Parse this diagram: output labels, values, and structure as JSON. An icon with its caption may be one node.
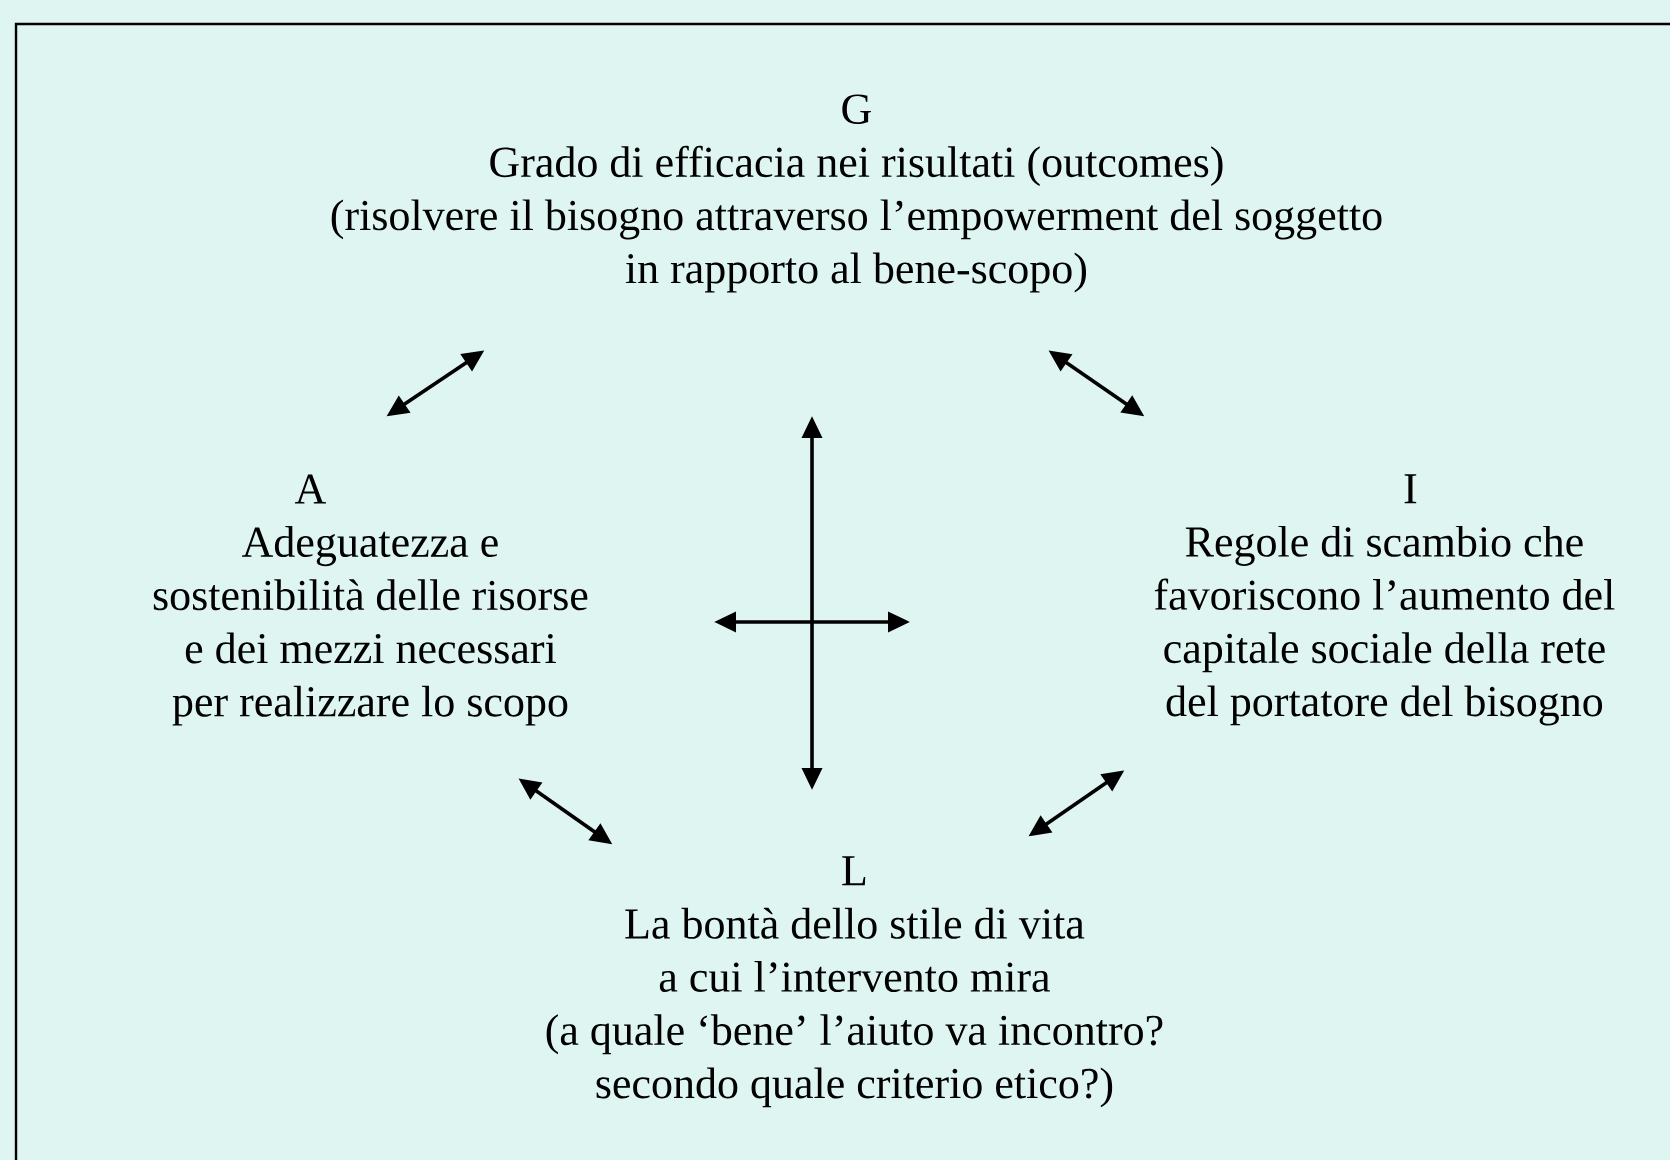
{
  "diagram": {
    "nodes": [
      {
        "text": [
          "G",
          "Grado di efficacia nei risultati (outcomes)",
          "(risolvere il bisogno attraverso l’empowerment del soggetto in rapporto al bene-scopo)"
        ]
      },
      {
        "text": [
          "A",
          "Adeguatezza e sostenibilità delle risorse e dei mezzi necessari per realizzare lo scopo"
        ]
      },
      {
        "text": [
          "I",
          "Regole di scambio che favoriscono l’aumento del capitale sociale della rete del portatore del bisogno"
        ]
      },
      {
        "text": [
          "L",
          "La bontà dello stile di vita a cui l’intervento mira",
          "(a quale ‘bene’ l’aiuto va incontro? secondo quale criterio etico?)"
        ]
      }
    ],
    "edges": [
      {
        "from": 1,
        "to": 0,
        "arrow": "both"
      },
      {
        "from": 0,
        "to": 2,
        "arrow": "both"
      },
      {
        "from": 1,
        "to": 3,
        "arrow": "both"
      },
      {
        "from": 2,
        "to": 3,
        "arrow": "both"
      }
    ]
  }
}
